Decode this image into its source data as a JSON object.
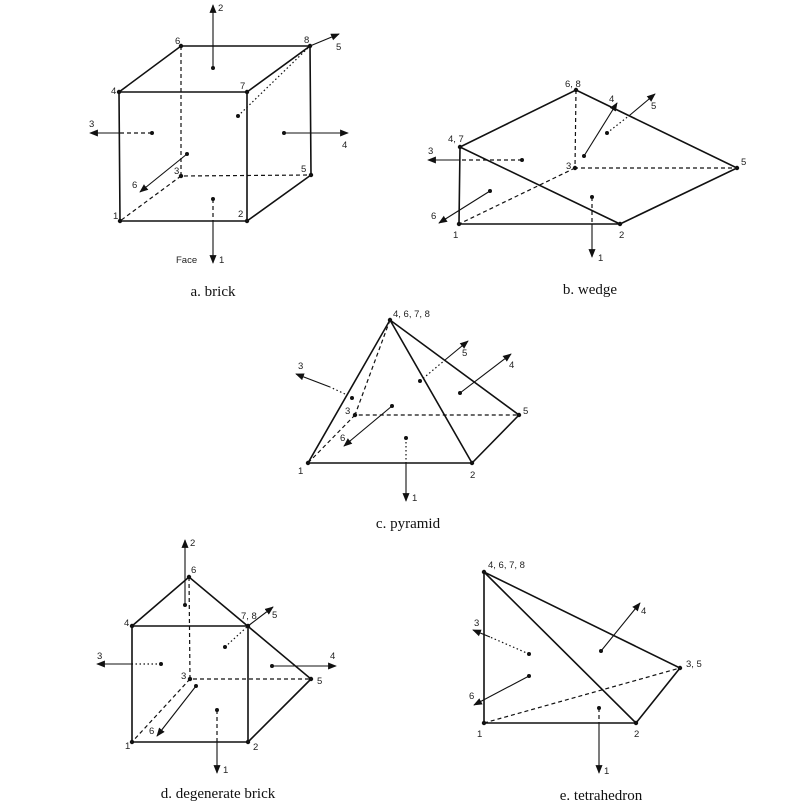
{
  "brick": {
    "caption": "a. brick",
    "face_word": "Face",
    "nodes": [
      "1",
      "2",
      "3",
      "4",
      "5",
      "6",
      "7",
      "8"
    ],
    "faces": [
      "1",
      "2",
      "3",
      "4",
      "5",
      "6"
    ]
  },
  "wedge": {
    "caption": "b. wedge",
    "nodes": [
      "1",
      "2",
      "3",
      "4, 7",
      "5",
      "6, 8"
    ],
    "faces": [
      "1",
      "3",
      "4",
      "5",
      "6"
    ]
  },
  "pyramid": {
    "caption": "c. pyramid",
    "nodes": [
      "1",
      "2",
      "3",
      "4, 6, 7, 8",
      "5"
    ],
    "faces": [
      "1",
      "3",
      "4",
      "5",
      "6"
    ]
  },
  "degenerate_brick": {
    "caption": "d. degenerate brick",
    "nodes": [
      "1",
      "2",
      "3",
      "4",
      "5",
      "6",
      "7, 8"
    ],
    "faces": [
      "1",
      "2",
      "3",
      "4",
      "5",
      "6"
    ]
  },
  "tetrahedron": {
    "caption": "e. tetrahedron",
    "nodes": [
      "1",
      "2",
      "3, 5",
      "4, 6, 7, 8"
    ],
    "faces": [
      "1",
      "3",
      "4",
      "6"
    ]
  }
}
